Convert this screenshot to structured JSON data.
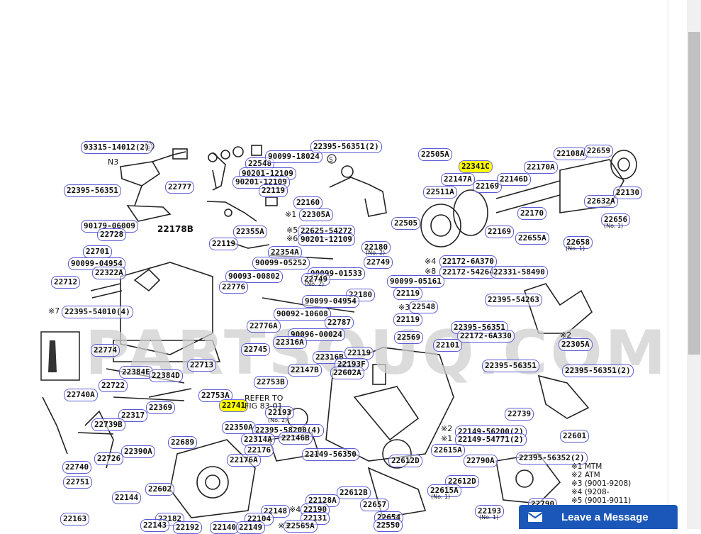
{
  "watermark": "PARTSOUQ.COM",
  "widget": {
    "label": "Leave a Message",
    "icon": "envelope-icon"
  },
  "highlight_color": "#ffff00",
  "legend": [
    "※1 MTM",
    "※2 ATM",
    "※3 (9001-9208)",
    "※4 (9208-",
    "※5 (9001-9011)"
  ],
  "notes": {
    "n3": "N3",
    "refer_to": "REFER TO",
    "fig": "FIG 83-01",
    "no2a": "(No. 2)",
    "no2b": "(No. 2)",
    "no2c": "(No. 2)",
    "no1a": "(No. 1)",
    "no1b": "(No. 1)",
    "no1c": "(No. 1)",
    "no1d": "(No. 1)",
    "m1": "※1",
    "m2": "※2",
    "m3": "※3",
    "m4": "※4",
    "m5": "※5",
    "m6": "※6",
    "m7": "※7",
    "m8": "※8",
    "m4b": "※4",
    "m3b": "※3",
    "m2b": "※2",
    "m1b": "※1"
  },
  "parts": [
    {
      "id": "p1",
      "code": "93315-14012(2)"
    },
    {
      "id": "p2",
      "code": "22395-56351"
    },
    {
      "id": "p3",
      "code": "22777"
    },
    {
      "id": "p4",
      "code": "22548"
    },
    {
      "id": "p5",
      "code": "90099-18024"
    },
    {
      "id": "p6",
      "code": "90201-12109"
    },
    {
      "id": "p7",
      "code": "90201-12109"
    },
    {
      "id": "p8",
      "code": "22119"
    },
    {
      "id": "p9",
      "code": "22395-56351(2)"
    },
    {
      "id": "p10",
      "code": "22160"
    },
    {
      "id": "p11",
      "code": "22305A"
    },
    {
      "id": "p12",
      "code": "22505A"
    },
    {
      "id": "p13",
      "code": "22341C"
    },
    {
      "id": "p14",
      "code": "22147A"
    },
    {
      "id": "p15",
      "code": "22169"
    },
    {
      "id": "p16",
      "code": "22146D"
    },
    {
      "id": "p17",
      "code": "22170A"
    },
    {
      "id": "p18",
      "code": "22108A"
    },
    {
      "id": "p19",
      "code": "22659"
    },
    {
      "id": "p20",
      "code": "22511A"
    },
    {
      "id": "p21",
      "code": "22632A"
    },
    {
      "id": "p22",
      "code": "22130"
    },
    {
      "id": "p23",
      "code": "22170"
    },
    {
      "id": "p24",
      "code": "22505"
    },
    {
      "id": "p25",
      "code": "22656"
    },
    {
      "id": "p26",
      "code": "22169"
    },
    {
      "id": "p27",
      "code": "22655A"
    },
    {
      "id": "p28",
      "code": "22658"
    },
    {
      "id": "p29",
      "code": "22178B"
    },
    {
      "id": "p30",
      "code": "90179-06009"
    },
    {
      "id": "p31",
      "code": "22728"
    },
    {
      "id": "p32",
      "code": "22355A"
    },
    {
      "id": "p33",
      "code": "22625-54272"
    },
    {
      "id": "p34",
      "code": "90201-12109"
    },
    {
      "id": "p35",
      "code": "22119"
    },
    {
      "id": "p36",
      "code": "22354A"
    },
    {
      "id": "p37",
      "code": "22180"
    },
    {
      "id": "p38",
      "code": "22701"
    },
    {
      "id": "p39",
      "code": "90099-04954"
    },
    {
      "id": "p40",
      "code": "90099-05252"
    },
    {
      "id": "p41",
      "code": "22749"
    },
    {
      "id": "p42",
      "code": "22172-6A370"
    },
    {
      "id": "p43",
      "code": "22322A"
    },
    {
      "id": "p44",
      "code": "90093-00802"
    },
    {
      "id": "p45",
      "code": "90099-01533"
    },
    {
      "id": "p46",
      "code": "22749"
    },
    {
      "id": "p47",
      "code": "22172-54264"
    },
    {
      "id": "p48",
      "code": "22331-58490"
    },
    {
      "id": "p49",
      "code": "22712"
    },
    {
      "id": "p50",
      "code": "22776"
    },
    {
      "id": "p51",
      "code": "90099-05161"
    },
    {
      "id": "p52",
      "code": "22180"
    },
    {
      "id": "p53",
      "code": "22119"
    },
    {
      "id": "p54",
      "code": "22395-54263"
    },
    {
      "id": "p55",
      "code": "90099-04954"
    },
    {
      "id": "p56",
      "code": "22395-54010(4)"
    },
    {
      "id": "p57",
      "code": "90092-10608"
    },
    {
      "id": "p58",
      "code": "22548"
    },
    {
      "id": "p59",
      "code": "22787"
    },
    {
      "id": "p60",
      "code": "22119"
    },
    {
      "id": "p61",
      "code": "22776A"
    },
    {
      "id": "p62",
      "code": "90096-00024"
    },
    {
      "id": "p63",
      "code": "22395-56351"
    },
    {
      "id": "p64",
      "code": "22172-6A330"
    },
    {
      "id": "p65",
      "code": "22316A"
    },
    {
      "id": "p66",
      "code": "22569"
    },
    {
      "id": "p67",
      "code": "22101"
    },
    {
      "id": "p68",
      "code": "22774"
    },
    {
      "id": "p69",
      "code": "22745"
    },
    {
      "id": "p70",
      "code": "22316B"
    },
    {
      "id": "p71",
      "code": "22119"
    },
    {
      "id": "p72",
      "code": "22305A"
    },
    {
      "id": "p73",
      "code": "22713"
    },
    {
      "id": "p74",
      "code": "22147B"
    },
    {
      "id": "p75",
      "code": "22193F"
    },
    {
      "id": "p76",
      "code": "22395-56351"
    },
    {
      "id": "p77",
      "code": "22384E"
    },
    {
      "id": "p78",
      "code": "22384D"
    },
    {
      "id": "p79",
      "code": "22602A"
    },
    {
      "id": "p80",
      "code": "22395-56351(2)"
    },
    {
      "id": "p81",
      "code": "22722"
    },
    {
      "id": "p82",
      "code": "22753B"
    },
    {
      "id": "p83",
      "code": "22740A"
    },
    {
      "id": "p84",
      "code": "22753A"
    },
    {
      "id": "p85",
      "code": "22741"
    },
    {
      "id": "p86",
      "code": "22369"
    },
    {
      "id": "p87",
      "code": "22193"
    },
    {
      "id": "p88",
      "code": "22739"
    },
    {
      "id": "p89",
      "code": "22317"
    },
    {
      "id": "p90",
      "code": "22739B"
    },
    {
      "id": "p91",
      "code": "22350A"
    },
    {
      "id": "p92",
      "code": "22395-58200(4)"
    },
    {
      "id": "p93",
      "code": "22149-56200(2)"
    },
    {
      "id": "p94",
      "code": "22314A"
    },
    {
      "id": "p95",
      "code": "22146B"
    },
    {
      "id": "p96",
      "code": "22149-54771(2)"
    },
    {
      "id": "p97",
      "code": "22601"
    },
    {
      "id": "p98",
      "code": "22689"
    },
    {
      "id": "p99",
      "code": "22390A"
    },
    {
      "id": "p100",
      "code": "22176"
    },
    {
      "id": "p101",
      "code": "22726"
    },
    {
      "id": "p102",
      "code": "22615A"
    },
    {
      "id": "p103",
      "code": "22149-56350"
    },
    {
      "id": "p104",
      "code": "22395-56352(2)"
    },
    {
      "id": "p105",
      "code": "22176A"
    },
    {
      "id": "p106",
      "code": "22612D"
    },
    {
      "id": "p107",
      "code": "22790A"
    },
    {
      "id": "p108",
      "code": "22740"
    },
    {
      "id": "p109",
      "code": "22751"
    },
    {
      "id": "p110",
      "code": "22612D"
    },
    {
      "id": "p111",
      "code": "22602"
    },
    {
      "id": "p112",
      "code": "22612B"
    },
    {
      "id": "p113",
      "code": "22615A"
    },
    {
      "id": "p114",
      "code": "22144"
    },
    {
      "id": "p115",
      "code": "22128A"
    },
    {
      "id": "p116",
      "code": "22657"
    },
    {
      "id": "p117",
      "code": "22148"
    },
    {
      "id": "p118",
      "code": "22190"
    },
    {
      "id": "p119",
      "code": "22193"
    },
    {
      "id": "p120",
      "code": "22790"
    },
    {
      "id": "p121",
      "code": "22163"
    },
    {
      "id": "p122",
      "code": "22182"
    },
    {
      "id": "p123",
      "code": "22104"
    },
    {
      "id": "p124",
      "code": "22131"
    },
    {
      "id": "p125",
      "code": "22654"
    },
    {
      "id": "p126",
      "code": "22143"
    },
    {
      "id": "p127",
      "code": "22192"
    },
    {
      "id": "p128",
      "code": "22140"
    },
    {
      "id": "p129",
      "code": "22149"
    },
    {
      "id": "p130",
      "code": "22565A"
    },
    {
      "id": "p131",
      "code": "22550"
    }
  ]
}
